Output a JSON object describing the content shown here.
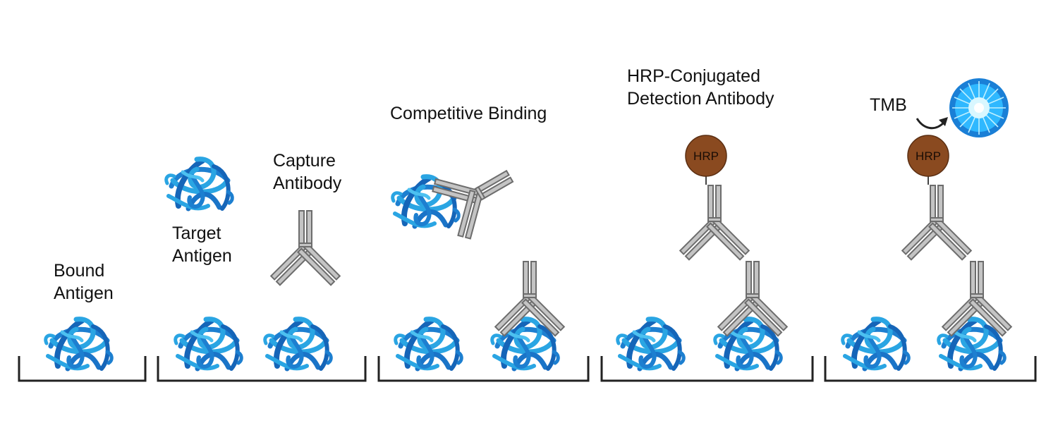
{
  "colors": {
    "antigen_light": "#29a3e0",
    "antigen_dark": "#1565b8",
    "antibody_fill": "#c4c4c4",
    "antibody_stroke": "#6d6d6d",
    "hrp_bead": "#8a4a20",
    "tmb_glow": "#2fb8ff",
    "well": "#222222"
  },
  "labels": {
    "bound_antigen": {
      "line1": "Bound",
      "line2": "Antigen"
    },
    "target_antigen": {
      "line1": "Target",
      "line2": "Antigen"
    },
    "capture_antibody": {
      "line1": "Capture",
      "line2": "Antibody"
    },
    "competitive_binding": "Competitive Binding",
    "hrp_detection": {
      "line1": "HRP-Conjugated",
      "line2": "Detection Antibody"
    },
    "tmb": "TMB"
  },
  "hrp_label": "HRP"
}
